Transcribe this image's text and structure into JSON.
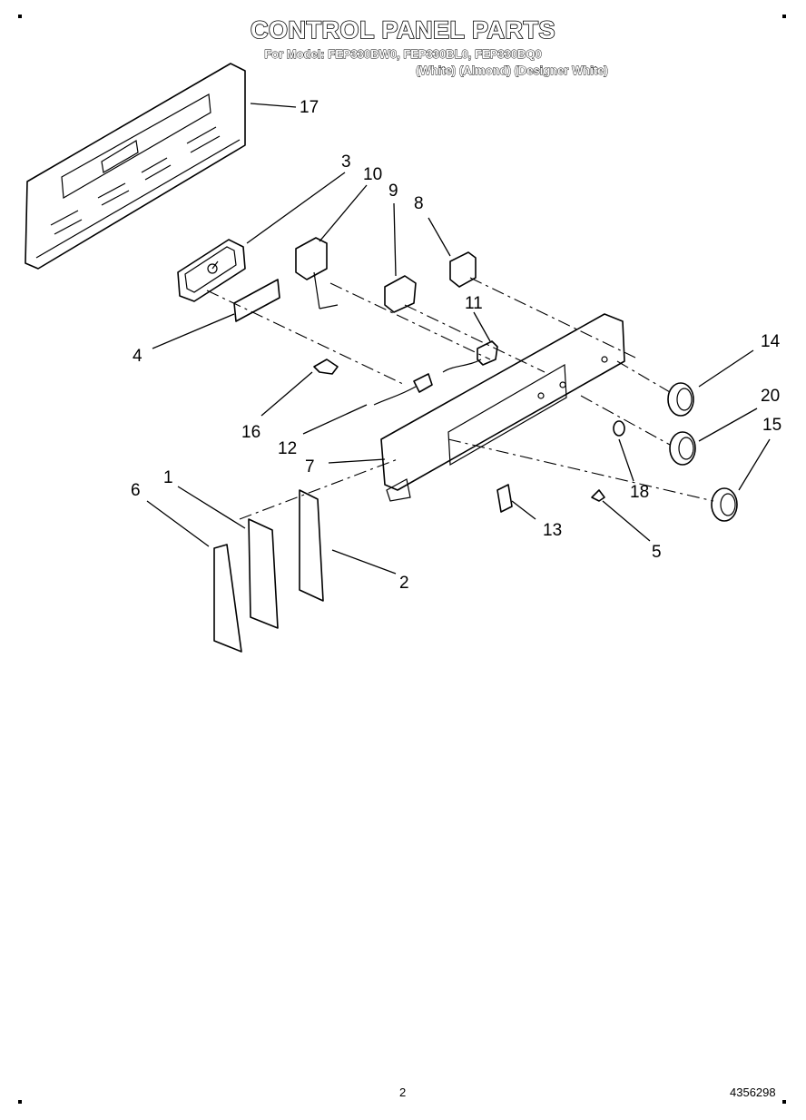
{
  "header": {
    "title": "CONTROL PANEL PARTS",
    "models_line": "For Model: FEP330BW0, FEP330BL0, FEP330BQ0",
    "colors_line": "(White)       (Almond) (Designer White)"
  },
  "footer": {
    "page_number": "2",
    "document_number": "4356298"
  },
  "callouts": [
    "17",
    "3",
    "10",
    "9",
    "8",
    "11",
    "4",
    "16",
    "12",
    "7",
    "14",
    "20",
    "15",
    "18",
    "13",
    "5",
    "1",
    "6",
    "2"
  ],
  "icons": {
    "rear_panel": "console-backguard-panel-icon",
    "clock": "clock-timer-icon",
    "switch": "switch-icon",
    "knob": "control-knob-icon"
  }
}
